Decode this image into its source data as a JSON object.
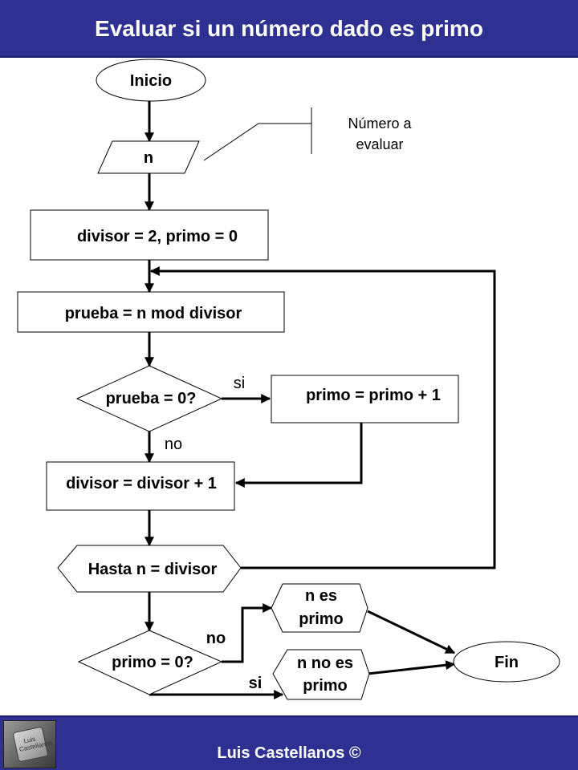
{
  "header": {
    "title": "Evaluar si un número dado es primo"
  },
  "footer": {
    "author": "Luis Castellanos ©",
    "logo_text": "Luis Castellanos"
  },
  "colors": {
    "banner": "#2e3192",
    "banner_text": "#ffffff",
    "line": "#000000"
  },
  "flowchart": {
    "start": "Inicio",
    "input": "n",
    "input_note": [
      "Número a",
      "evaluar"
    ],
    "init": "divisor = 2, primo = 0",
    "test": "prueba = n mod divisor",
    "decision1": "prueba = 0?",
    "decision1_yes": "si",
    "decision1_no": "no",
    "increment_primo": "primo = primo + 1",
    "increment_divisor": "divisor = divisor + 1",
    "loop": "Hasta n = divisor",
    "decision2": "primo = 0?",
    "decision2_no": "no",
    "decision2_yes": "si",
    "output_prime": [
      "n es",
      "primo"
    ],
    "output_not_prime": [
      "n no es",
      "primo"
    ],
    "end": "Fin"
  }
}
